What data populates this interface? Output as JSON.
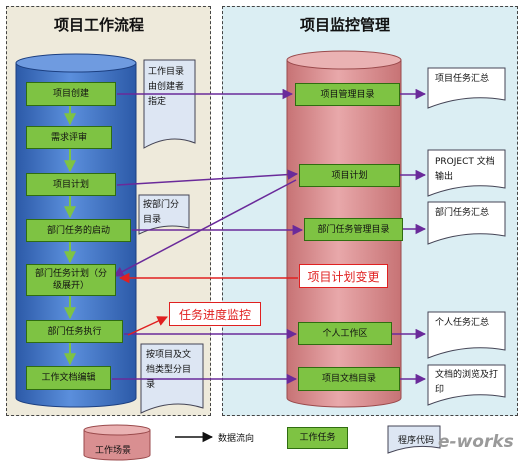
{
  "left_panel": {
    "title": "项目工作流程",
    "nodes": [
      "项目创建",
      "需求评审",
      "项目计划",
      "部门任务的启动",
      "部门任务计划（分级展开）",
      "部门任务执行",
      "工作文档编辑"
    ]
  },
  "left_docs": [
    "工作目录由创建者指定",
    "按部门分目录",
    "按项目及文档类型分目录"
  ],
  "right_panel": {
    "title": "项目监控管理",
    "nodes": [
      "项目管理目录",
      "项目计划",
      "部门任务管理目录",
      "个人工作区",
      "项目文档目录"
    ],
    "change_label": "项目计划变更"
  },
  "right_docs": [
    "项目任务汇总",
    "PROJECT 文档输出",
    "部门任务汇总",
    "个人任务汇总",
    "文档的浏览及打印"
  ],
  "progress_label": "任务进度监控",
  "legend": {
    "work_scene": "工作场景",
    "data_flow": "数据流向",
    "work_task": "工作任务",
    "program_code": "程序代码"
  },
  "watermark": "e-works",
  "colors": {
    "left_panel_bg": "#eeeadb",
    "right_panel_bg": "#dbeef3",
    "left_cylinder": "#3a6fc0",
    "right_cylinder": "#d98f91",
    "node_green": "#7ec343",
    "arrow_purple": "#6a2a9a",
    "arrow_green": "#7ec343",
    "highlight_red": "#e02020"
  }
}
